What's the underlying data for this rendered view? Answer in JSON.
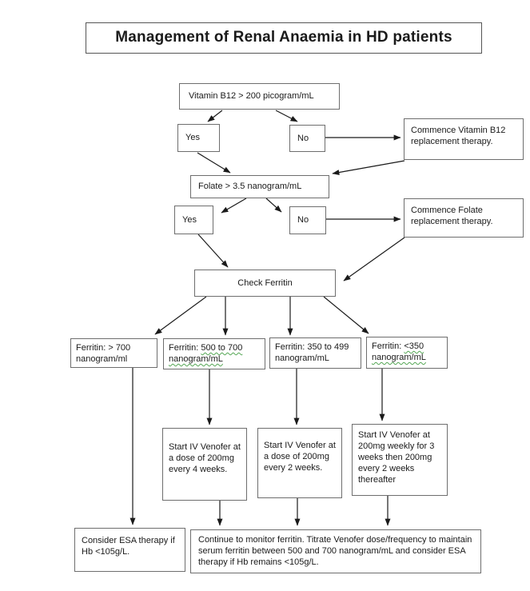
{
  "title": "Management of Renal Anaemia in HD patients",
  "colors": {
    "box_border": "#6e6e6e",
    "arrow_line": "#1a1a1a",
    "grammar_underline": "#53a653"
  },
  "nodes": {
    "b12_check": "Vitamin B12 > 200 picogram/mL",
    "b12_yes": "Yes",
    "b12_no": "No",
    "commence_b12": "Commence Vitamin B12 replacement therapy.",
    "folate_check": "Folate > 3.5 nanogram/mL",
    "folate_yes": "Yes",
    "folate_no": "No",
    "commence_folate": "Commence Folate replacement therapy.",
    "check_ferritin": "Check Ferritin",
    "ferritin_over_700": "Ferritin: > 700 nanogram/ml",
    "ferritin_500_700": {
      "prefix": "Ferritin: ",
      "range": "500 to 700 nanogram/mL"
    },
    "ferritin_350_499": "Ferritin: 350 to 499 nanogram/mL",
    "ferritin_under_350": {
      "prefix": "Ferritin: ",
      "range": "<350 nanogram/mL"
    },
    "venofer_every_4_weeks": "Start IV Venofer at a dose of 200mg every 4 weeks.",
    "venofer_every_2_weeks": "Start IV Venofer at a dose of 200mg every 2 weeks.",
    "venofer_weekly": "Start IV Venofer at 200mg weekly for 3 weeks then 200mg every 2 weeks thereafter",
    "consider_esa": "Consider ESA therapy if Hb <105g/L.",
    "monitor": "Continue to monitor ferritin.  Titrate Venofer dose/frequency to maintain serum ferritin between 500 and 700 nanogram/mL and consider ESA therapy if Hb remains <105g/L."
  }
}
